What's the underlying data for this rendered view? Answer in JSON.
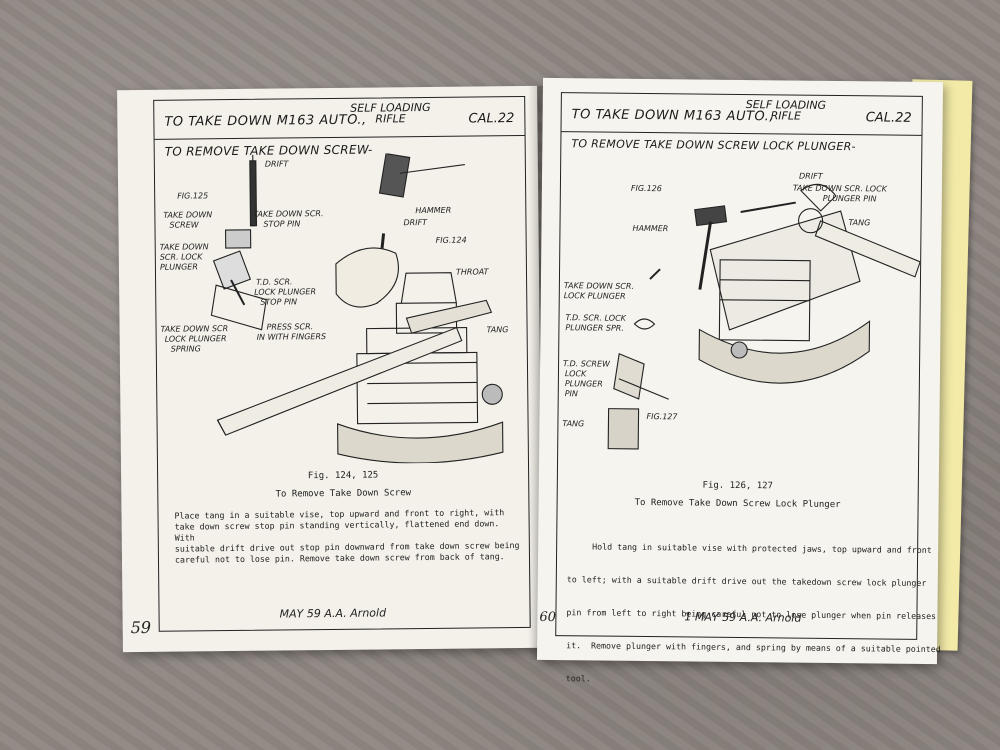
{
  "left_page": {
    "header": {
      "title": "TO TAKE DOWN M163 AUTO.,",
      "subtitle_top": "SELF LOADING",
      "subtitle_bottom": "RIFLE",
      "caliber": "CAL.22"
    },
    "section": "TO REMOVE TAKE DOWN SCREW-",
    "labels": {
      "drift": "DRIFT",
      "fig125": "FIG.125",
      "take_down_screw_1": "TAKE DOWN",
      "take_down_screw_2": "SCREW",
      "stop_pin_1": "TAKE DOWN SCR.",
      "stop_pin_2": "STOP PIN",
      "hammer": "HAMMER",
      "drift2": "DRIFT",
      "fig124": "FIG.124",
      "lock_plunger_1": "TAKE DOWN",
      "lock_plunger_2": "SCR. LOCK",
      "lock_plunger_3": "PLUNGER",
      "td_plunger_1": "T.D. SCR.",
      "td_plunger_2": "LOCK PLUNGER",
      "td_plunger_3": "STOP PIN",
      "throat": "THROAT",
      "spring_1": "TAKE DOWN SCR",
      "spring_2": "LOCK PLUNGER",
      "spring_3": "SPRING",
      "press_1": "PRESS SCR.",
      "press_2": "IN WITH FINGERS",
      "tang": "TANG"
    },
    "caption": "Fig. 124, 125",
    "caption_title": "To Remove Take Down Screw",
    "paragraph": [
      "Place tang in a suitable vise, top upward and front to right, with",
      "take down screw stop pin standing vertically, flattened end down.  With",
      "suitable drift drive out stop pin downward from take down screw being",
      "careful not to lose pin.  Remove take down screw from back of tang."
    ],
    "footer": "MAY 59  A.A. Arnold",
    "page_number": "59"
  },
  "right_page": {
    "header": {
      "title": "TO TAKE DOWN M163 AUTO.,",
      "subtitle_top": "SELF LOADING",
      "subtitle_bottom": "RIFLE",
      "caliber": "CAL.22"
    },
    "section": "TO REMOVE TAKE DOWN SCREW LOCK PLUNGER-",
    "labels": {
      "fig126": "FIG.126",
      "drift": "DRIFT",
      "td_lock_1": "TAKE DOWN SCR. LOCK",
      "td_lock_2": "PLUNGER PIN",
      "tang": "TANG",
      "hammer": "HAMMER",
      "lock_plunger_1": "TAKE DOWN SCR.",
      "lock_plunger_2": "LOCK PLUNGER",
      "td_spring_1": "T.D. SCR. LOCK",
      "td_spring_2": "PLUNGER SPR.",
      "td_screw_1": "T.D. SCREW",
      "td_screw_2": "LOCK",
      "td_screw_3": "PLUNGER",
      "td_screw_4": "PIN",
      "tang2": "TANG",
      "fig127": "FIG.127"
    },
    "caption": "Fig. 126, 127",
    "caption_title": "To Remove Take Down Screw Lock Plunger",
    "paragraph": [
      "     Hold tang in suitable vise with protected jaws, top upward and front",
      "to left; with a suitable drift drive out the takedown screw lock plunger",
      "pin from left to right being careful not to lose plunger when pin releases",
      "it.  Remove plunger with fingers, and spring by means of a suitable pointed",
      "tool."
    ],
    "footer": "1 MAY 59  A.A. Arnold",
    "page_number": "60"
  }
}
